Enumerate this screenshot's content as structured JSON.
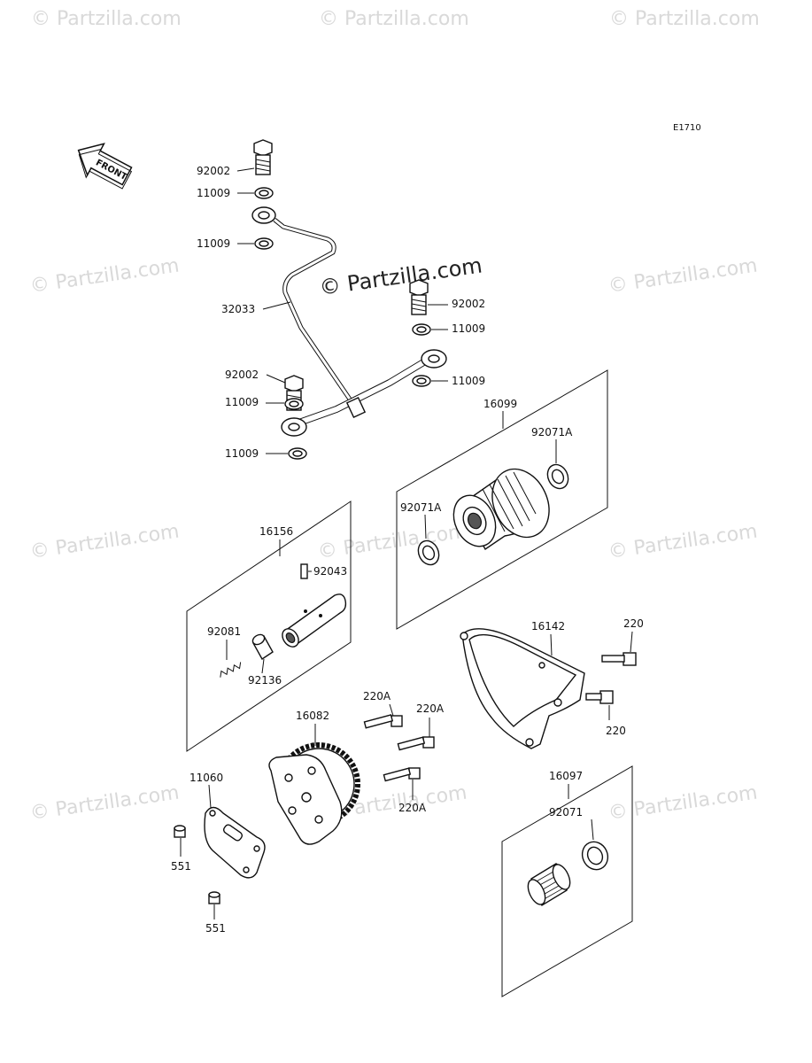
{
  "diagram_code": "E1710",
  "front_label": "FRONT",
  "watermark_main": "© Partzilla.com",
  "watermark_tile": "© Partzilla.com",
  "labels": {
    "l92002a": "92002",
    "l11009a": "11009",
    "l11009b": "11009",
    "l32033": "32033",
    "l92002b": "92002",
    "l11009c": "11009",
    "l92002c": "92002",
    "l11009d": "11009",
    "l11009e": "11009",
    "l11009f": "11009",
    "l16099": "16099",
    "l92071Aa": "92071A",
    "l92071Ab": "92071A",
    "l16156": "16156",
    "l92043": "92043",
    "l92081": "92081",
    "l92136": "92136",
    "l16142": "16142",
    "l220a": "220",
    "l220b": "220",
    "l220Aa": "220A",
    "l220Ab": "220A",
    "l220Ac": "220A",
    "l16082": "16082",
    "l11060": "11060",
    "l551a": "551",
    "l551b": "551",
    "l16097": "16097",
    "l92071": "92071"
  }
}
